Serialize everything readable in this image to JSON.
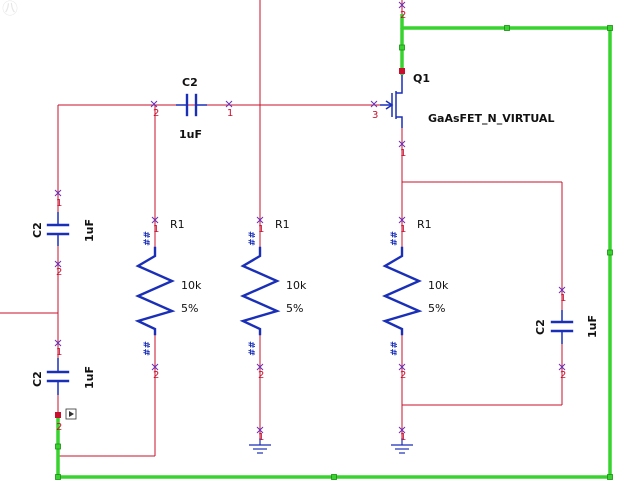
{
  "labels": {
    "c2_top": "C2",
    "c2_top_value": "1uF",
    "c2_left_upper": "C2",
    "c2_left_upper_value": "1uF",
    "c2_left_lower": "C2",
    "c2_left_lower_value": "1uF",
    "c2_right": "C2",
    "c2_right_value": "1uF",
    "r1_a": "R1",
    "r1_a_value": "10k",
    "r1_a_tol": "5%",
    "r1_b": "R1",
    "r1_b_value": "10k",
    "r1_b_tol": "5%",
    "r1_c": "R1",
    "r1_c_value": "10k",
    "r1_c_tol": "5%",
    "q1": "Q1",
    "q1_model": "GaAsFET_N_VIRTUAL"
  },
  "pins": {
    "one": "1",
    "two": "2",
    "three": "3"
  },
  "hash_mark": "##",
  "colors": {
    "wire": "#c8102e",
    "highlight": "#39d32f",
    "component": "#1a2fb8"
  }
}
